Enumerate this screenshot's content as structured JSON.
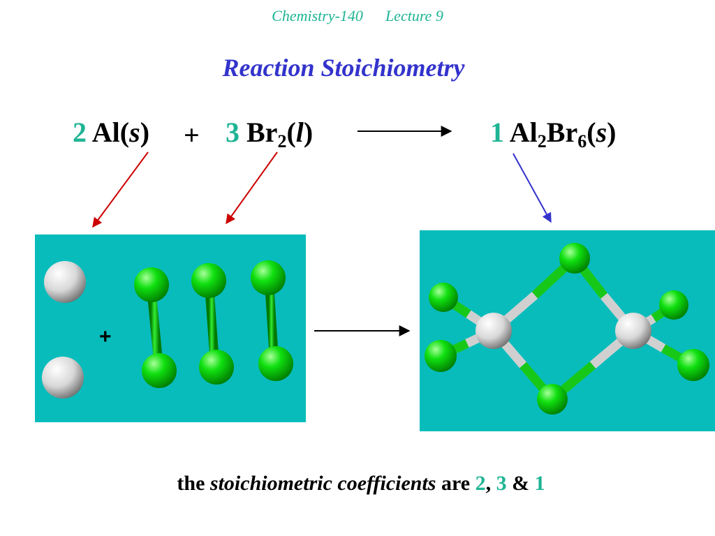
{
  "header": {
    "course": "Chemistry-140",
    "lecture": "Lecture 9"
  },
  "title": "Reaction Stoichiometry",
  "equation": {
    "reactant1": {
      "coef": "2",
      "symbol": "Al",
      "open": "(",
      "state": "s",
      "close": ")"
    },
    "plus": "+",
    "reactant2": {
      "coef": "3",
      "symbol": "Br",
      "sub": "2",
      "open": "(",
      "state": "l",
      "close": ")"
    },
    "product": {
      "coef": "1",
      "symbol1": "Al",
      "sub1": "2",
      "symbol2": "Br",
      "sub2": "6",
      "open": "(",
      "state": "s",
      "close": ")"
    }
  },
  "reactant_panel": {
    "plus": "+"
  },
  "footer": {
    "word1": "the",
    "italic": "stoichiometric coefficients",
    "word2": "are",
    "c1": "2",
    "sep1": ",",
    "c2": "3",
    "sep2": "&",
    "c3": "1"
  },
  "colors": {
    "coefficient": "#1eb494",
    "title": "#3333cc",
    "panel": "#08bcbc",
    "bromine": "#00cc00",
    "aluminum": "#d8d8d8",
    "reactant_arrow": "#cc0000",
    "product_arrow": "#3333cc"
  }
}
